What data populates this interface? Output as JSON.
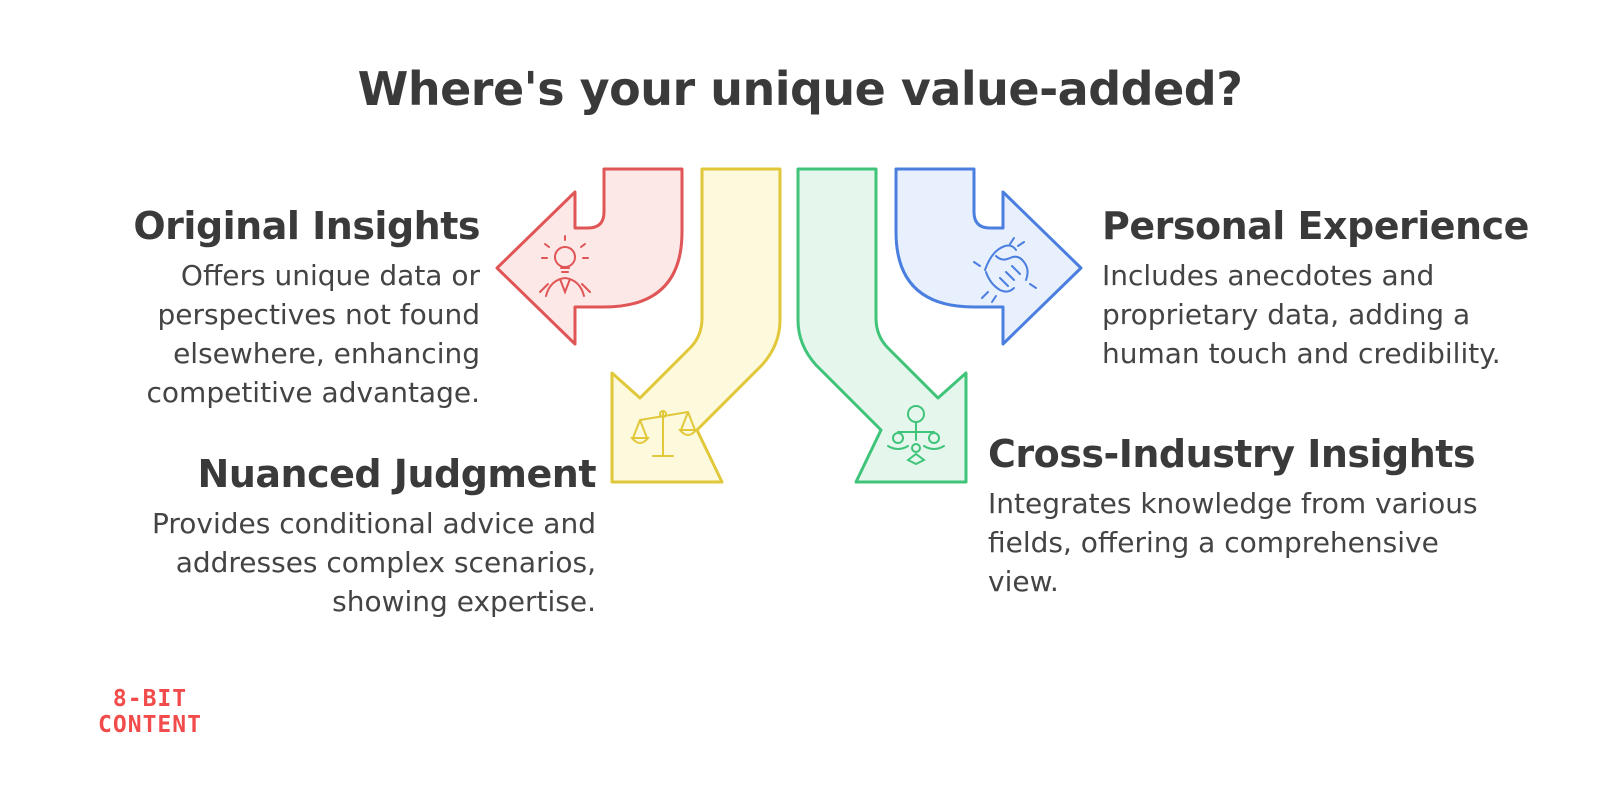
{
  "title": "Where's your unique value-added?",
  "items": [
    {
      "heading": "Original Insights",
      "body": "Offers unique data or perspectives not found elsewhere, enhancing competitive advantage.",
      "color": "#e05555",
      "fill": "#fde8e8",
      "icon": "lightbulb-person-icon"
    },
    {
      "heading": "Nuanced Judgment",
      "body": "Provides conditional advice and addresses complex scenarios, showing expertise.",
      "color": "#e0c83a",
      "fill": "#fdf9dc",
      "icon": "scales-icon"
    },
    {
      "heading": "Cross-Industry Insights",
      "body": "Integrates knowledge from various fields, offering a comprehensive view.",
      "color": "#3fc47a",
      "fill": "#e5f7ec",
      "icon": "network-scales-icon"
    },
    {
      "heading": "Personal Experience",
      "body": "Includes anecdotes and proprietary data, adding a human touch and credibility.",
      "color": "#4a7fe0",
      "fill": "#e8effd",
      "icon": "handshake-icon"
    }
  ],
  "logo": {
    "line1": "8-BIT",
    "line2": "CONTENT",
    "color": "#f24b4b"
  }
}
